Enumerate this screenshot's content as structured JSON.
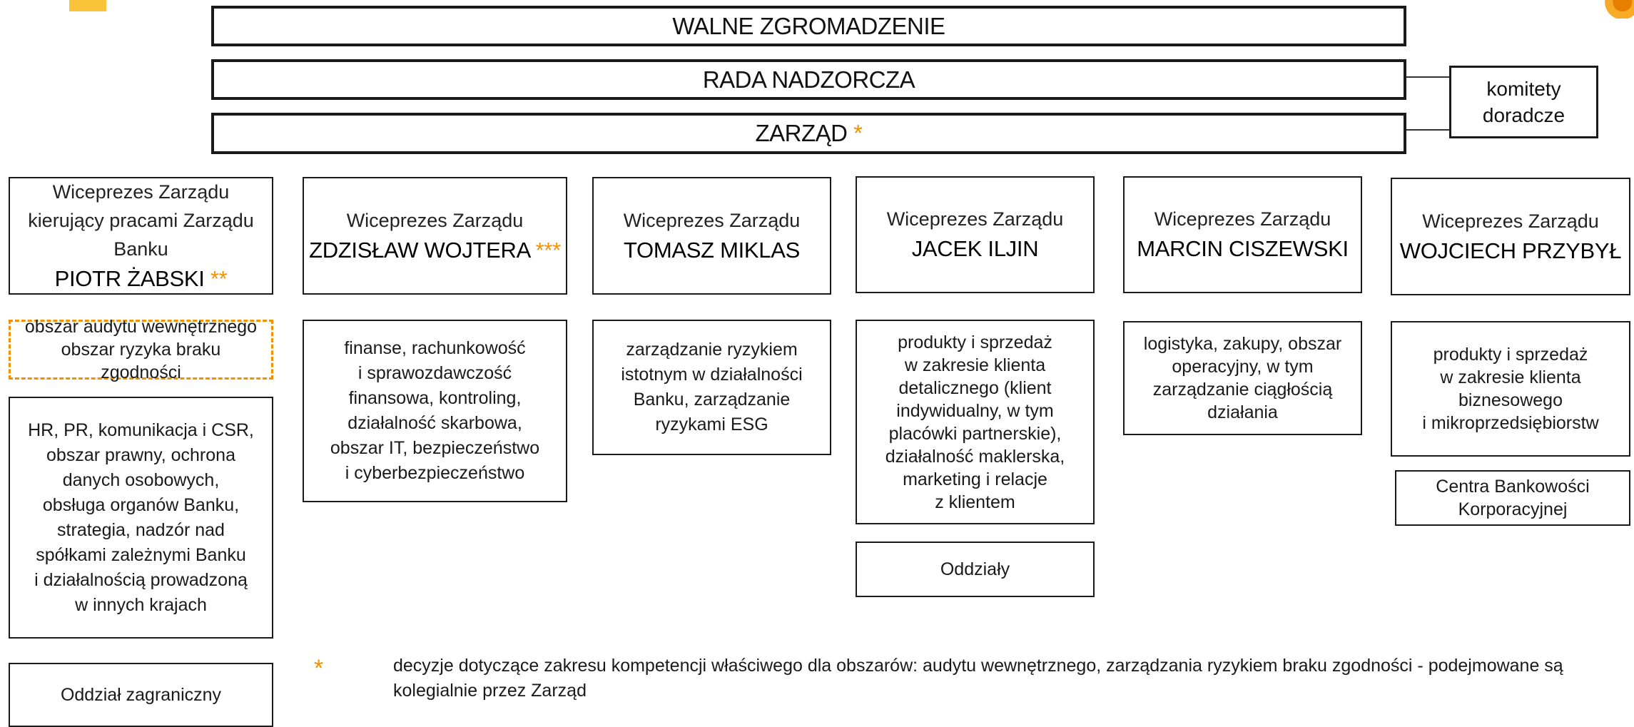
{
  "governance": {
    "general_meeting": "WALNE ZGROMADZENIE",
    "supervisory_board": "RADA NADZORCZA",
    "management_board": "ZARZĄD",
    "management_board_mark": "*",
    "committees_line1": "komitety",
    "committees_line2": "doradcze"
  },
  "vice_presidents": [
    {
      "title_lines": [
        "Wiceprezes Zarządu",
        "kierujący pracami Zarządu",
        "Banku"
      ],
      "name": "PIOTR ŻABSKI",
      "mark": "**"
    },
    {
      "title": "Wiceprezes Zarządu",
      "name": "ZDZISŁAW WOJTERA",
      "mark": "***"
    },
    {
      "title": "Wiceprezes Zarządu",
      "name": "TOMASZ MIKLAS"
    },
    {
      "title": "Wiceprezes Zarządu",
      "name": "JACEK ILJIN"
    },
    {
      "title": "Wiceprezes Zarządu",
      "name": "MARCIN CISZEWSKI"
    },
    {
      "title": "Wiceprezes Zarządu",
      "name": "WOJCIECH PRZYBYŁ"
    }
  ],
  "areas": {
    "audit_compliance": [
      "obszar audytu wewnętrznego",
      "obszar ryzyka braku zgodności"
    ],
    "col1": [
      "HR, PR, komunikacja i CSR,",
      "obszar prawny, ochrona",
      "danych osobowych,",
      "obsługa organów Banku,",
      "strategia, nadzór nad",
      "spółkami zależnymi Banku",
      "i działalnością prowadzoną",
      "w innych krajach"
    ],
    "col1_branch": "Oddział zagraniczny",
    "col2": [
      "finanse, rachunkowość",
      "i sprawozdawczość",
      "finansowa, kontroling,",
      "działalność skarbowa,",
      "obszar IT, bezpieczeństwo",
      "i cyberbezpieczeństwo"
    ],
    "col3": [
      "zarządzanie ryzykiem",
      "istotnym w działalności",
      "Banku, zarządzanie",
      "ryzykami ESG"
    ],
    "col4": [
      "produkty i sprzedaż",
      "w zakresie klienta",
      "detalicznego (klient",
      "indywidualny, w tym",
      "placówki partnerskie),",
      "działalność maklerska,",
      "marketing i relacje",
      "z klientem"
    ],
    "col4_branches": "Oddziały",
    "col5": [
      "logistyka, zakupy, obszar",
      "operacyjny, w tym",
      "zarządzanie ciągłością",
      "działania"
    ],
    "col6": [
      "produkty i sprzedaż",
      "w zakresie klienta",
      "biznesowego",
      "i mikroprzedsiębiorstw"
    ],
    "col6_centers": [
      "Centra Bankowości",
      "Korporacyjnej"
    ]
  },
  "footnote": {
    "mark": "*",
    "text": "decyzje dotyczące zakresu kompetencji właściwego dla obszarów: audytu wewnętrznego, zarządzania ryzykiem braku zgodności - podejmowane są kolegialnie przez Zarząd"
  },
  "colors": {
    "accent": "#F39200",
    "border": "#1a1a1a"
  }
}
